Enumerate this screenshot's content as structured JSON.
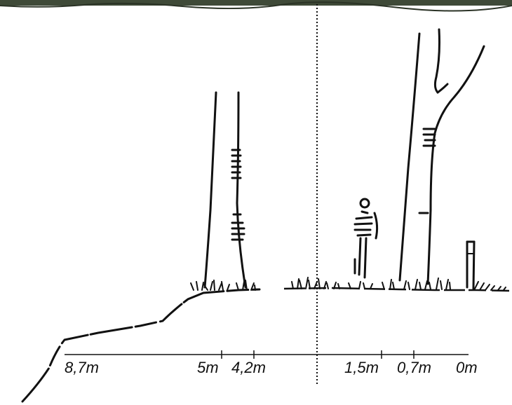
{
  "colors": {
    "ink": "#111111",
    "photo_strip": "#3f4a38",
    "background": "#ffffff"
  },
  "scale": {
    "unit": "m",
    "labels": [
      {
        "text": "8,7m",
        "value": 8.7
      },
      {
        "text": "5m",
        "value": 5
      },
      {
        "text": "4,2m",
        "value": 4.2
      },
      {
        "text": "1,5m",
        "value": 1.5
      },
      {
        "text": "0,7m",
        "value": 0.7
      },
      {
        "text": "0m",
        "value": 0
      }
    ]
  }
}
